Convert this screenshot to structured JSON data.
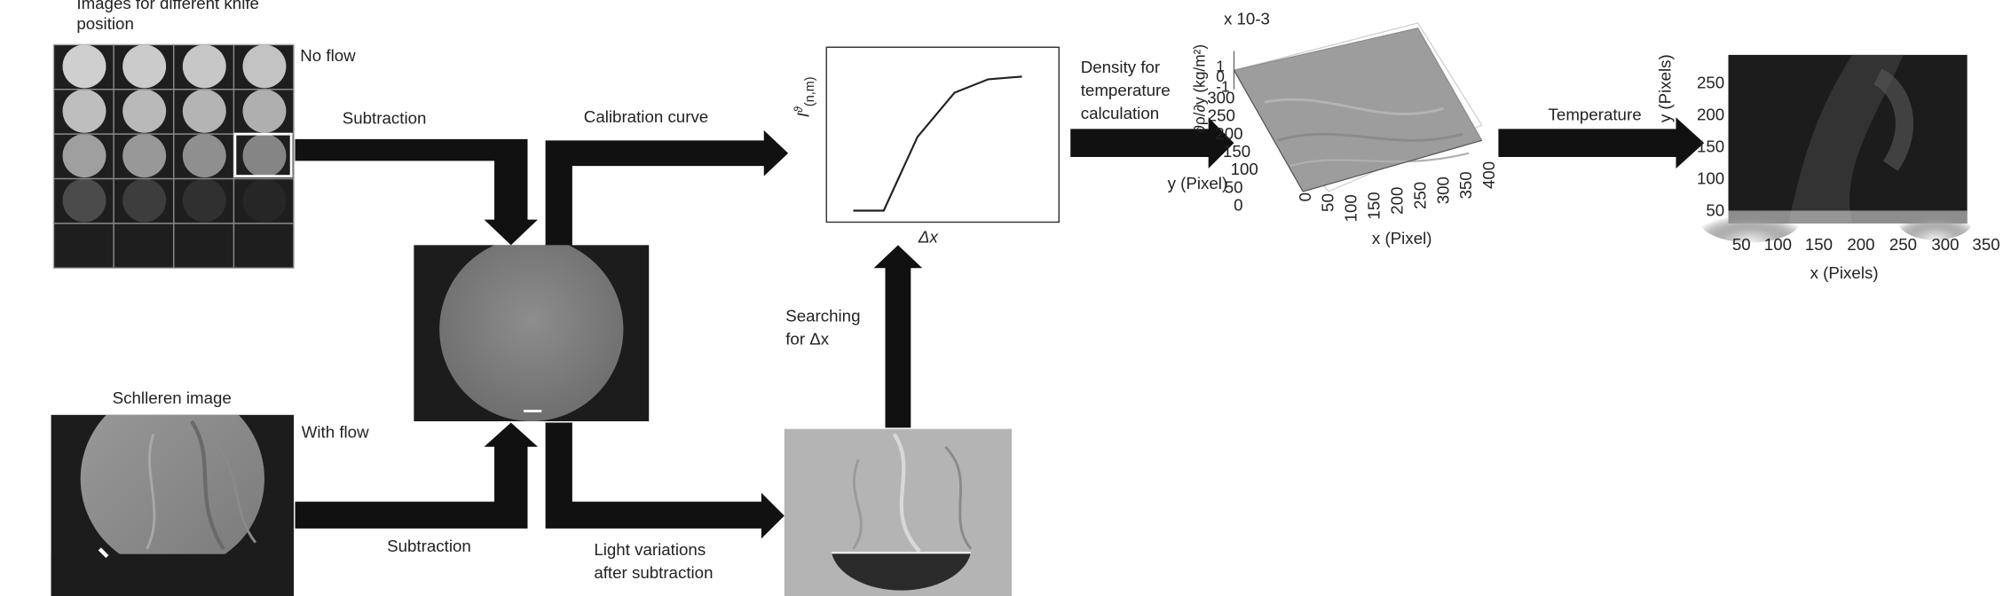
{
  "knife": {
    "title_line1": "Images for different knife",
    "title_line2": "position",
    "no_flow": "No flow"
  },
  "schlieren": {
    "title": "Schlleren image",
    "with_flow": "With flow"
  },
  "arrows": {
    "subtraction_top": "Subtraction",
    "subtraction_bottom": "Subtraction",
    "calibration_curve": "Calibration curve",
    "light_line1": "Light variations",
    "light_line2": "after subtraction",
    "search_line1": "Searching",
    "search_line2": "for Δx",
    "density_line1": "Density for",
    "density_line2": "temperature",
    "density_line3": "calculation",
    "temperature": "Temperature"
  },
  "calibration_plot": {
    "ylabel": "I",
    "ylabel_sup": "ϑ",
    "ylabel_sub": "(n,m)",
    "xlabel": "Δx",
    "points": [
      [
        0,
        0
      ],
      [
        0.18,
        0
      ],
      [
        0.38,
        0.55
      ],
      [
        0.6,
        0.88
      ],
      [
        0.8,
        0.98
      ],
      [
        1.0,
        1.0
      ]
    ]
  },
  "density_plot": {
    "exponent": "x 10-3",
    "zlabel": "∂ρ/∂y (kg/m²)",
    "z_ticks": [
      "1",
      "0",
      "-1"
    ],
    "ylabel": "y (Pixel)",
    "y_ticks": [
      "300",
      "250",
      "200",
      "150",
      "100",
      "50",
      "0"
    ],
    "xlabel": "x (Pixel)",
    "x_ticks": [
      "0",
      "50",
      "100",
      "150",
      "200",
      "250",
      "300",
      "350",
      "400"
    ]
  },
  "temperature_plot": {
    "ylabel": "y (Pixels)",
    "y_ticks": [
      "250",
      "200",
      "150",
      "100",
      "50"
    ],
    "xlabel": "x (Pixels)",
    "x_ticks": [
      "50",
      "100",
      "150",
      "200",
      "250",
      "300",
      "350"
    ]
  },
  "colors": {
    "arrow": "#111111",
    "dark_bg": "#1a1a1a",
    "grid_line": "#9a9a9a",
    "highlight_box": "#ffffff"
  }
}
